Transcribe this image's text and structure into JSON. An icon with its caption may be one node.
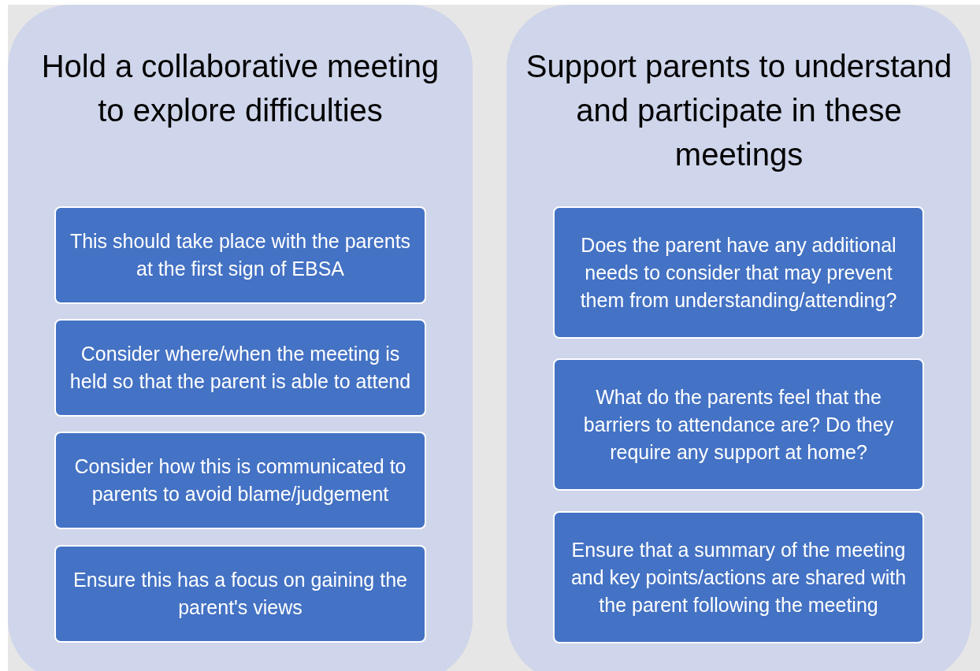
{
  "diagram": {
    "nodes": [
      {
        "text": [
          "Hold a collaborative meeting to explore difficulties"
        ]
      },
      {
        "text": [
          "This should take place with the parents at the first sign of EBSA"
        ],
        "in": 0
      },
      {
        "text": [
          "Consider where/when the meeting is held so that the parent is able to attend"
        ],
        "in": 0
      },
      {
        "text": [
          "Consider how this is communicated to parents to avoid blame/judgement"
        ],
        "in": 0
      },
      {
        "text": [
          "Ensure this has a focus on gaining the parent's views"
        ],
        "in": 0
      },
      {
        "text": [
          "Support parents to understand and participate in these meetings"
        ]
      },
      {
        "text": [
          "Does the parent have any additional needs to consider that may prevent them from understanding/attending?"
        ],
        "in": 5
      },
      {
        "text": [
          "What do the parents feel that the barriers to attendance are? Do they require any support at home?"
        ],
        "in": 5
      },
      {
        "text": [
          "Ensure that a summary of the meeting and key points/actions are shared with the parent following the meeting"
        ],
        "in": 5
      }
    ]
  }
}
